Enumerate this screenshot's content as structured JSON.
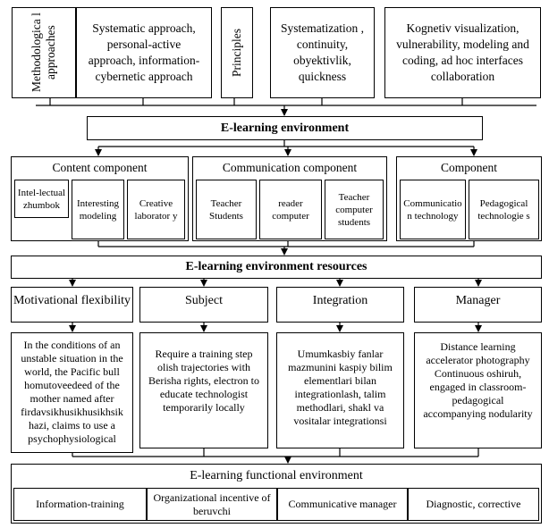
{
  "top_row": {
    "methodological": "Methodologica l approaches",
    "approaches": "Systematic approach, personal-active approach, information-cybernetic approach",
    "principles_label": "Principles",
    "principles": "Systematization , continuity, obyektivlik, quickness",
    "visualization": "Kognetiv visualization, vulnerability, modeling and coding, ad hoc interfaces collaboration"
  },
  "environment": "E-learning environment",
  "components": {
    "content": {
      "title": "Content component",
      "items": [
        "Intel-lectual zhumbok",
        "Interesting modeling",
        "Creative laborator y"
      ]
    },
    "communication": {
      "title": "Communication component",
      "items": [
        "Teacher Students",
        "reader computer",
        "Teacher computer students"
      ]
    },
    "component": {
      "title": "Component",
      "items": [
        "Communicatio n technology",
        "Pedagogical technologie s"
      ]
    }
  },
  "resources": "E-learning environment resources",
  "resource_columns": [
    {
      "title": "Motivational flexibility",
      "text": "In the conditions of an unstable situation in the world, the Pacific bull homutoveedeed of the mother named after firdavsikhusikhusikhsik hazi, claims to use a psychophysiological"
    },
    {
      "title": "Subject",
      "text": "Require a training step olish trajectories with Berisha rights, electron to educate technologist temporarily locally"
    },
    {
      "title": "Integration",
      "text": "Umumkasbiy fanlar mazmunini kaspiy bilim elementlari bilan integrationlash, talim methodlari, shakl va vositalar integrationsi"
    },
    {
      "title": "Manager",
      "text": "Distance learning accelerator photography Continuous oshiruh, engaged in classroom-pedagogical accompanying nodularity"
    }
  ],
  "functional": {
    "title": "E-learning functional environment",
    "items": [
      "Information-training",
      "Organizational incentive of beruvchi",
      "Communicative manager",
      "Diagnostic, corrective"
    ]
  }
}
